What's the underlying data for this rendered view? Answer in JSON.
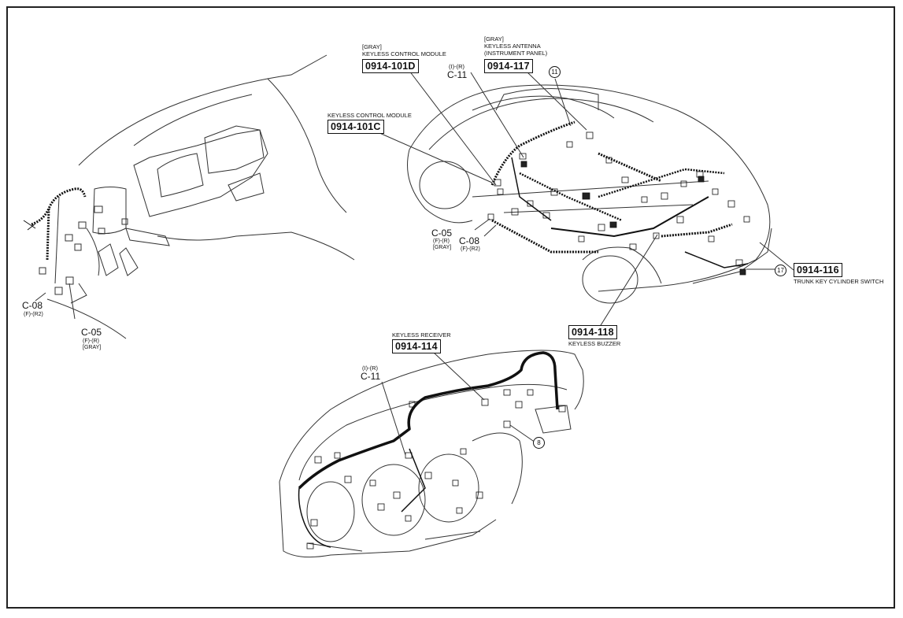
{
  "diagram": {
    "callouts": [
      {
        "id": "kcm-d",
        "note1": "[GRAY]",
        "note2": "KEYLESS CONTROL MODULE",
        "code": "0914-101D"
      },
      {
        "id": "antenna",
        "note1": "[GRAY]",
        "note2": "KEYLESS ANTENNA",
        "note3": "(INSTRUMENT PANEL)",
        "code": "0914-117"
      },
      {
        "id": "kcm-c",
        "note1": "KEYLESS CONTROL MODULE",
        "code": "0914-101C"
      },
      {
        "id": "trunk",
        "code": "0914-116",
        "note1": "TRUNK KEY CYLINDER SWITCH"
      },
      {
        "id": "buzzer",
        "code": "0914-118",
        "note1": "KEYLESS BUZZER"
      },
      {
        "id": "receiver",
        "note1": "KEYLESS RECEIVER",
        "code": "0914-114"
      }
    ],
    "connectors": [
      {
        "id": "c11-top",
        "spec": "(I)-(R)",
        "label": "C-11"
      },
      {
        "id": "c05-car",
        "label": "C-05",
        "spec1": "(F)-(R)",
        "spec2": "[GRAY]"
      },
      {
        "id": "c08-car",
        "label": "C-08",
        "spec1": "(F)-(R2)"
      },
      {
        "id": "c08-left",
        "label": "C-08",
        "spec1": "(F)-(R2)"
      },
      {
        "id": "c05-left",
        "label": "C-05",
        "spec1": "(F)-(R)",
        "spec2": "[GRAY]"
      },
      {
        "id": "c11-dash",
        "spec": "(I)-(R)",
        "label": "C-11"
      }
    ],
    "markers": [
      "11",
      "17",
      "8"
    ]
  }
}
